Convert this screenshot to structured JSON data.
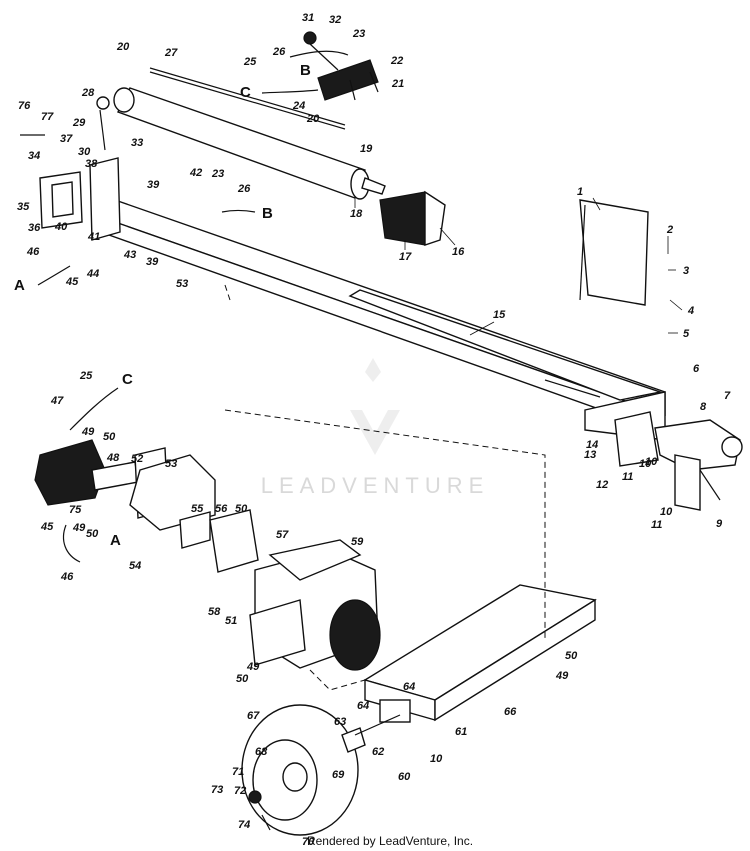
{
  "watermark": {
    "text": "LEADVENTURE"
  },
  "footer": {
    "text": "Rendered by LeadVenture, Inc."
  },
  "hose_labels": [
    "A",
    "B",
    "C"
  ],
  "callouts": [
    "1",
    "2",
    "3",
    "4",
    "5",
    "6",
    "7",
    "8",
    "9",
    "10",
    "11",
    "12",
    "13",
    "14",
    "15",
    "16",
    "17",
    "18",
    "19",
    "20",
    "21",
    "22",
    "23",
    "24",
    "25",
    "26",
    "27",
    "28",
    "29",
    "30",
    "31",
    "32",
    "33",
    "34",
    "35",
    "36",
    "37",
    "38",
    "39",
    "40",
    "41",
    "42",
    "43",
    "44",
    "45",
    "46",
    "47",
    "48",
    "49",
    "50",
    "51",
    "52",
    "53",
    "54",
    "55",
    "56",
    "57",
    "58",
    "59",
    "60",
    "61",
    "62",
    "63",
    "64",
    "66",
    "67",
    "68",
    "69",
    "70",
    "71",
    "72",
    "73",
    "74",
    "75",
    "76",
    "77"
  ]
}
